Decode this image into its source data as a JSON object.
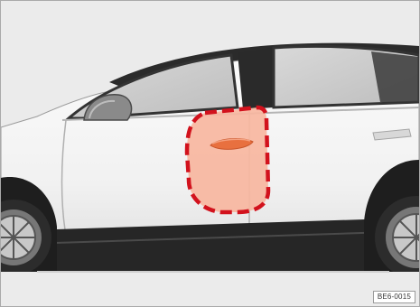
{
  "figure": {
    "code": "BE6-0015"
  },
  "colors": {
    "background": "#ebebeb",
    "body_panel": "#f3f3f3",
    "glass": "#cfcfcf",
    "dark_trim": "#2a2a2a",
    "highlight_fill": "#f7b6a0",
    "highlight_border": "#d2121d",
    "handle": "#e8703f"
  },
  "icons": {
    "highlight": "dashed-outline",
    "handle": "door-handle",
    "mirror": "side-mirror"
  }
}
